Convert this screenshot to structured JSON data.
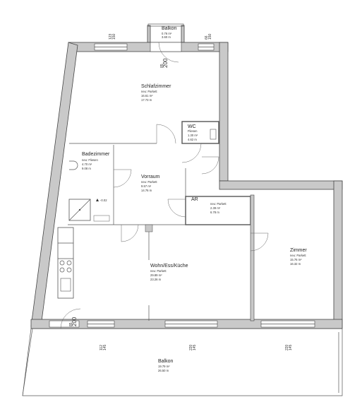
{
  "rooms": {
    "balkon_top": {
      "name": "Balkon",
      "area": "0.76 m²",
      "perimeter": "3.60 m"
    },
    "schlafzimmer": {
      "name": "Schlafzimmer",
      "floor": "neu: Parkett",
      "area": "16.61 m²",
      "perimeter": "17.73 m"
    },
    "wc": {
      "name": "WC",
      "floor": "Fliesen",
      "area": "1.30 m²",
      "perimeter": "4.62 m"
    },
    "badezimmer": {
      "name": "Badezimmer",
      "floor": "neu: Fliesen",
      "area": "4.70 m²",
      "perimeter": "9.08 m"
    },
    "vorraum": {
      "name": "Vorraum",
      "floor": "neu: Parkett",
      "area": "9.57 m²",
      "perimeter": "14.76 m"
    },
    "ar": {
      "name": "AR",
      "floor": "neu: Parkett",
      "area": "2.39 m²",
      "perimeter": "6.78 m"
    },
    "zimmer": {
      "name": "Zimmer",
      "floor": "neu: Parkett",
      "area": "15.76 m²",
      "perimeter": "16.32 m"
    },
    "wohn": {
      "name": "Wohn/Ess/Küche",
      "floor": "neu: Parkett",
      "area": "29.89 m²",
      "perimeter": "23.26 m"
    },
    "balkon_bottom": {
      "name": "Balkon",
      "area": "19.79 m²",
      "perimeter": "26.50 m"
    }
  },
  "dimensions": {
    "win_top_left": [
      "123",
      "150"
    ],
    "win_top_right": [
      "66",
      "150"
    ],
    "door_top": [
      "85",
      "200"
    ],
    "door_bottom": [
      "85",
      "200"
    ],
    "win_bottom_1": [
      "112",
      "145"
    ],
    "win_bottom_2": [
      "220",
      "145"
    ],
    "win_bottom_3": [
      "220",
      "145"
    ]
  },
  "shower_level": "-0.02"
}
